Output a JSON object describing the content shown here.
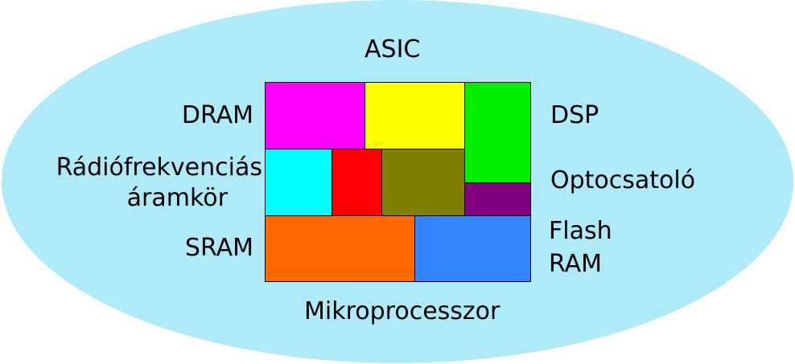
{
  "colors": {
    "ellipse": "#aeeaf8",
    "dram": "#ff00ff",
    "asic": "#ffff00",
    "dsp": "#00ee00",
    "radio_cyan": "#00ffff",
    "radio_red": "#ff0000",
    "radio_olive": "#808000",
    "optocoupler": "#800080",
    "sram": "#ff6600",
    "flash": "#3385ff"
  },
  "labels": {
    "asic": "ASIC",
    "dram": "DRAM",
    "dsp": "DSP",
    "radio_line1": "Rádiófrekvenciás",
    "radio_line2": "áramkör",
    "optocoupler": "Optocsatoló",
    "sram": "SRAM",
    "flash_line1": "Flash",
    "flash_line2": "RAM",
    "microprocessor": "Mikroprocesszor"
  }
}
